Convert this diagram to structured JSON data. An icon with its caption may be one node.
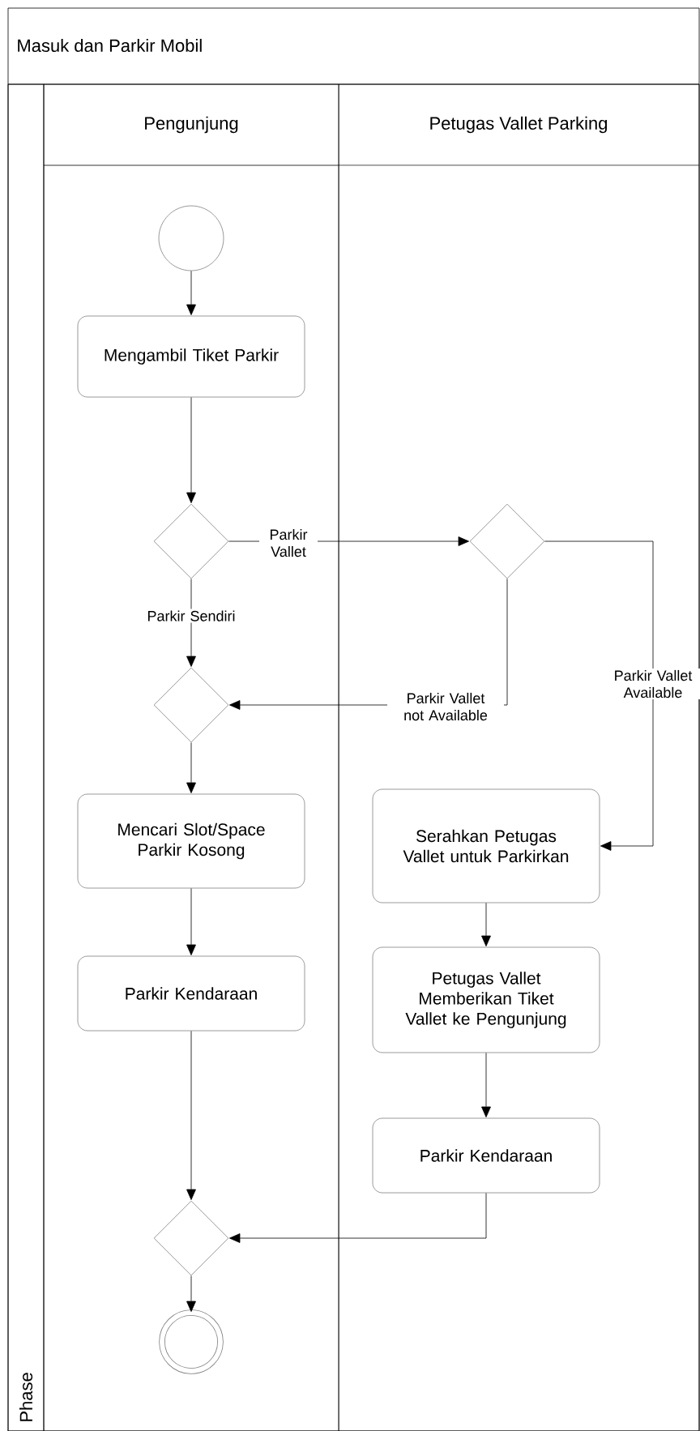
{
  "diagram": {
    "nodes": [
      {
        "text": [
          "Masuk dan Parkir Mobil"
        ]
      },
      {
        "text": [
          "Phase"
        ],
        "in": 0
      },
      {
        "text": [
          "Pengunjung"
        ],
        "in": 0
      },
      {
        "text": [
          "Petugas Vallet Parking"
        ],
        "in": 0
      },
      {
        "text": [],
        "shape": "circle",
        "in": 2
      },
      {
        "text": [
          "Mengambil Tiket Parkir"
        ],
        "in": 2
      },
      {
        "text": [],
        "shape": "diamond",
        "in": 2
      },
      {
        "text": [],
        "shape": "diamond",
        "in": 3
      },
      {
        "text": [],
        "shape": "diamond",
        "in": 2
      },
      {
        "text": [
          "Mencari Slot/Space Parkir Kosong"
        ],
        "in": 2
      },
      {
        "text": [
          "Parkir Kendaraan"
        ],
        "in": 2
      },
      {
        "text": [
          "Serahkan Petugas Vallet untuk Parkirkan"
        ],
        "in": 3
      },
      {
        "text": [
          "Petugas Vallet Memberikan Tiket Vallet ke Pengunjung"
        ],
        "in": 3
      },
      {
        "text": [
          "Parkir Kendaraan"
        ],
        "in": 3
      },
      {
        "text": [],
        "shape": "diamond",
        "in": 2
      },
      {
        "text": [],
        "shape": "circle",
        "in": 2
      }
    ],
    "edges": [
      {
        "from": 4,
        "to": 5,
        "arrow": "to"
      },
      {
        "from": 5,
        "to": 6,
        "arrow": "to"
      },
      {
        "from": 6,
        "to": 7,
        "arrow": "to",
        "label": "Parkir Vallet"
      },
      {
        "from": 6,
        "to": 8,
        "arrow": "to",
        "label": "Parkir Sendiri"
      },
      {
        "from": 7,
        "to": 8,
        "arrow": "to",
        "label": "Parkir Vallet not Available"
      },
      {
        "from": 7,
        "to": 11,
        "arrow": "to",
        "label": "Parkir Vallet Available"
      },
      {
        "from": 8,
        "to": 9,
        "arrow": "to"
      },
      {
        "from": 9,
        "to": 10,
        "arrow": "to"
      },
      {
        "from": 10,
        "to": 14,
        "arrow": "to"
      },
      {
        "from": 11,
        "to": 12,
        "arrow": "to"
      },
      {
        "from": 12,
        "to": 13,
        "arrow": "to"
      },
      {
        "from": 13,
        "to": 14,
        "arrow": "to"
      },
      {
        "from": 14,
        "to": 15,
        "arrow": "to"
      }
    ]
  }
}
